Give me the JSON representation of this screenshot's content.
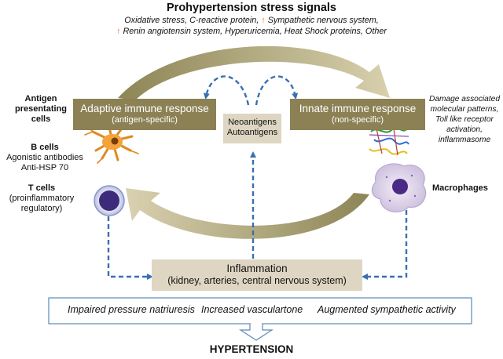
{
  "title": "Prohypertension stress signals",
  "signals": {
    "line1_a": "Oxidative stress,   C-reactive protein,",
    "line1_b": "Sympathetic nervous system,",
    "line2_a": "Renin angiotensin system,   Hyperuricemia,   Heat Shock proteins, Other",
    "arrow_glyph": "↑"
  },
  "adaptive": {
    "title": "Adaptive immune response",
    "subtitle": "(antigen-specific)"
  },
  "innate": {
    "title": "Innate immune response",
    "subtitle": "(non-specific)"
  },
  "neoantigens": [
    "Neoantigens",
    "Autoantigens"
  ],
  "left_labels": {
    "apc": [
      "Antigen",
      "presentating",
      "cells"
    ],
    "bcells_title": "B cells",
    "bcells_lines": [
      "Agonistic antibodies",
      "Anti-HSP 70"
    ],
    "tcells_title": "T cells",
    "tcells_lines": [
      "(proinflammatory",
      "regulatory)"
    ]
  },
  "right_labels": {
    "damage": [
      "Damage associated",
      "molecular patterns,",
      "Toll like receptor",
      "activation,",
      "inflammasome"
    ],
    "macrophages": "Macrophages"
  },
  "inflammation": {
    "title": "Inflammation",
    "subtitle": "(kidney, arteries, central nervous system)"
  },
  "outcomes": [
    "Impaired pressure natriuresis",
    "Increased vasculartone",
    "Augmented sympathetic activity"
  ],
  "final": "HYPERTENSION",
  "colors": {
    "olive": "#8b8154",
    "beige": "#ded6c2",
    "dashed_blue": "#3a6fb0",
    "frame_blue": "#5b89b8",
    "orange_arrow": "#d2691e"
  }
}
